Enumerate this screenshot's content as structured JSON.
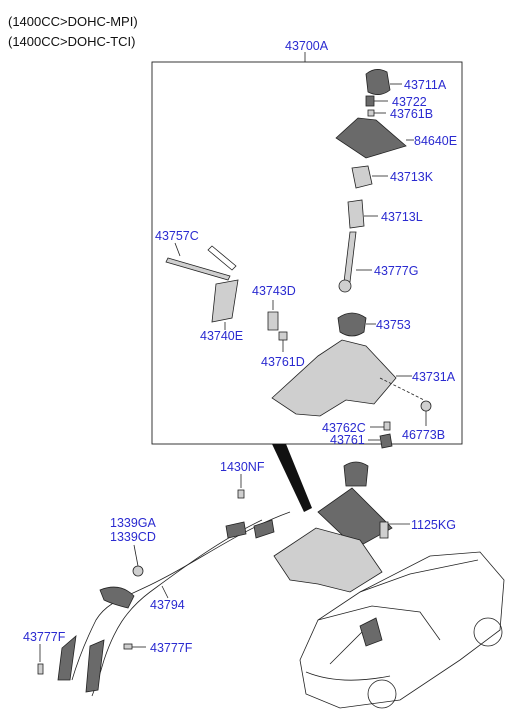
{
  "header": {
    "line1": "(1400CC>DOHC-MPI)",
    "line2": "(1400CC>DOHC-TCI)"
  },
  "callouts": {
    "assembly": "43700A",
    "knob": "43711A",
    "spring": "43722",
    "bushing_b": "43761B",
    "boot": "84640E",
    "sleeve_k": "43713K",
    "sleeve_l": "43713L",
    "lever": "43777G",
    "bolt_set": "43757C",
    "plate": "43743D",
    "bracket": "43740E",
    "bushing_d": "43761D",
    "cap": "43753",
    "housing": "43731A",
    "bushing_c": "43762C",
    "nut": "43761",
    "washer": "46773B",
    "clip_nf": "1430NF",
    "bolt": "1125KG",
    "grommet_a": "1339GA",
    "grommet_cd": "1339CD",
    "cable": "43794",
    "pin_left": "43777F",
    "pin_right": "43777F"
  }
}
